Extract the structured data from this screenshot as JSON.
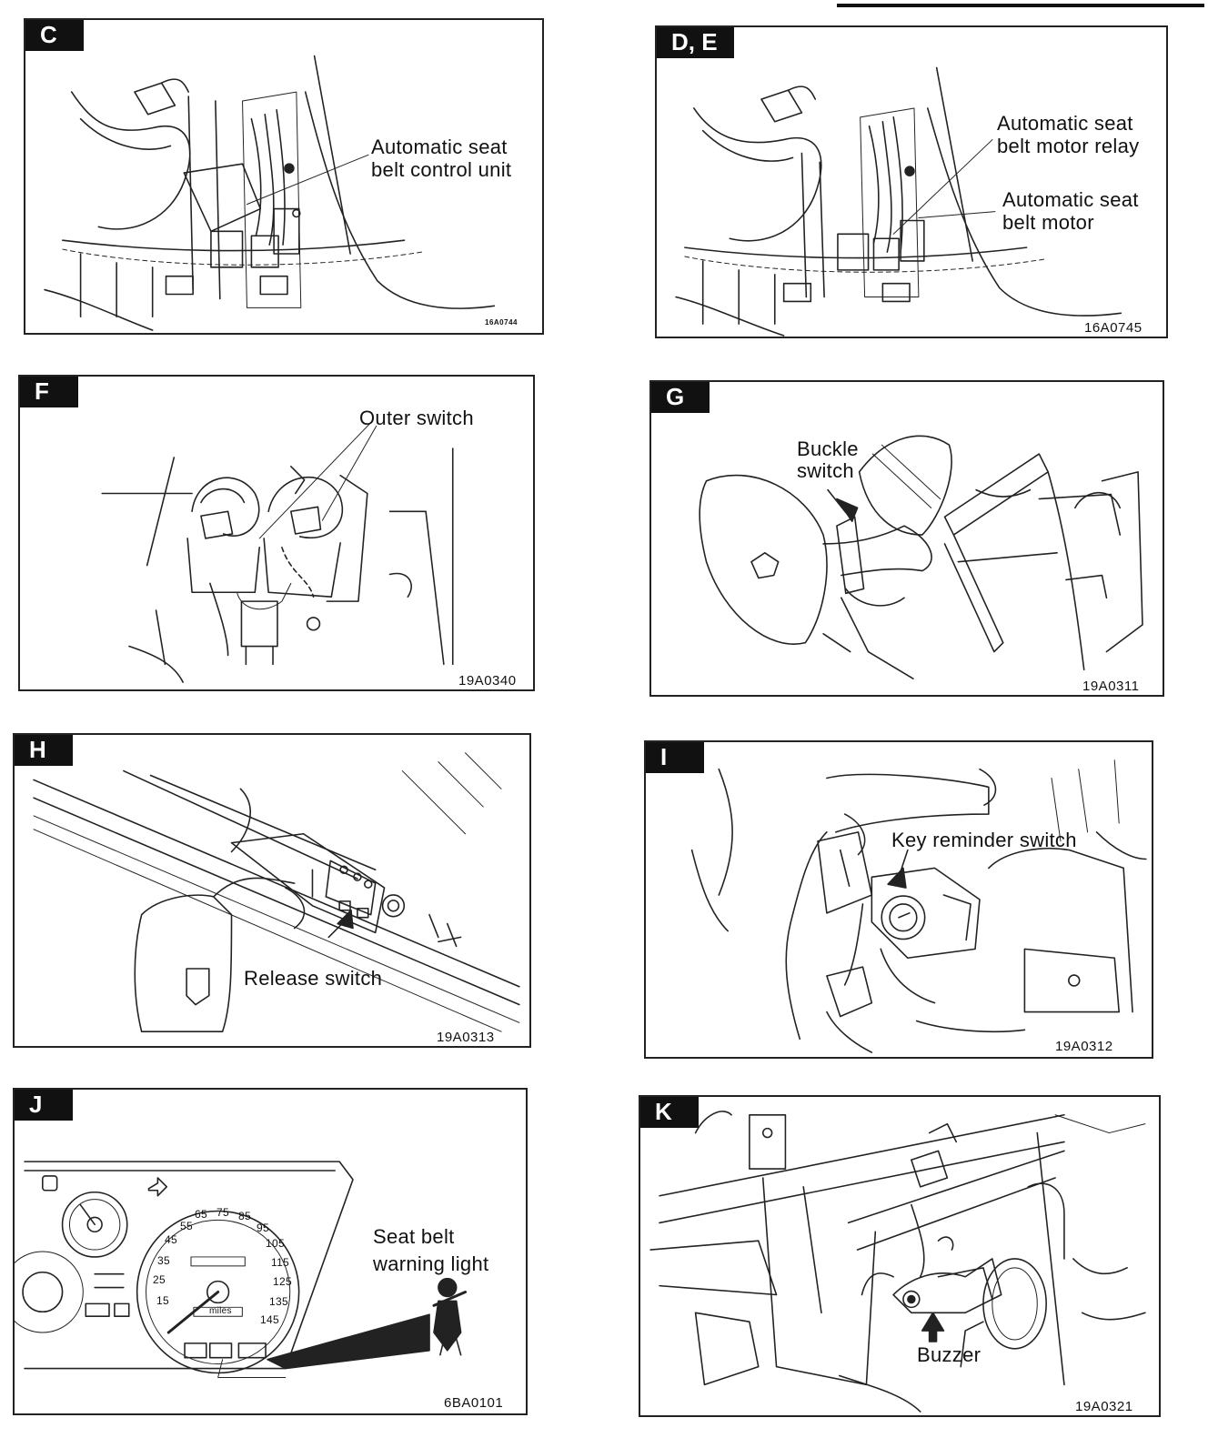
{
  "panels": {
    "c": {
      "tag": "C",
      "label_line1": "Automatic seat",
      "label_line2": "belt control unit",
      "code": "16A0744"
    },
    "de": {
      "tag": "D, E",
      "relay_line1": "Automatic seat",
      "relay_line2": "belt motor relay",
      "motor_line1": "Automatic seat",
      "motor_line2": "belt motor",
      "code": "16A0745"
    },
    "f": {
      "tag": "F",
      "label": "Outer switch",
      "code": "19A0340"
    },
    "g": {
      "tag": "G",
      "label_line1": "Buckle",
      "label_line2": "switch",
      "code": "19A0311"
    },
    "h": {
      "tag": "H",
      "label": "Release switch",
      "code": "19A0313"
    },
    "i": {
      "tag": "I",
      "label": "Key reminder switch",
      "code": "19A0312"
    },
    "j": {
      "tag": "J",
      "label_line1": "Seat belt",
      "label_line2": "warning light",
      "code": "6BA0101",
      "gauge_marks": [
        "35",
        "45",
        "55",
        "65",
        "75",
        "85",
        "95",
        "105",
        "115",
        "125",
        "135",
        "145",
        "25",
        "15"
      ],
      "gauge_units": "miles"
    },
    "k": {
      "tag": "K",
      "label": "Buzzer",
      "code": "19A0321"
    }
  }
}
